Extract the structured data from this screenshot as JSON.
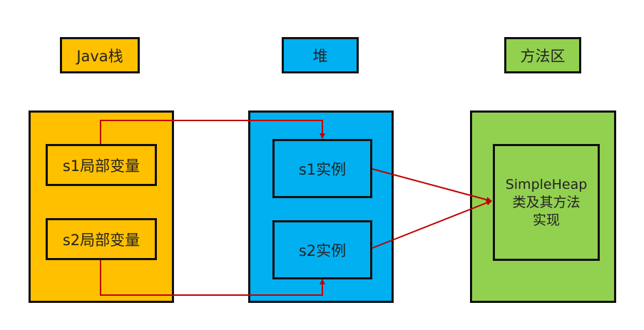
{
  "headers": {
    "stack": "Java栈",
    "heap": "堆",
    "method_area": "方法区"
  },
  "stack_items": [
    "s1局部变量",
    "s2局部变量"
  ],
  "heap_items": [
    "s1实例",
    "s2实例"
  ],
  "method_area_content": {
    "line1": "SimpleHeap",
    "line2": "类及其方法",
    "line3": "实现"
  },
  "colors": {
    "stack": "#FFC000",
    "heap": "#00B0F0",
    "method_area": "#92D050",
    "arrow": "#C00000"
  }
}
